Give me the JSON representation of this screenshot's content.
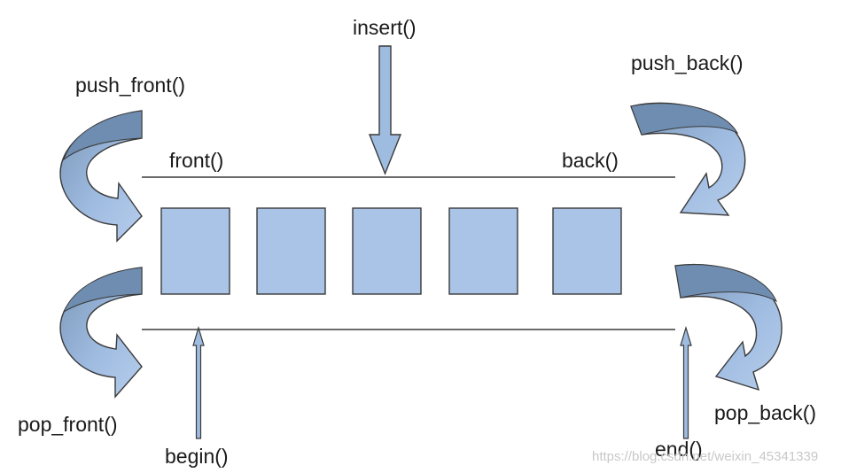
{
  "labels": {
    "insert": "insert()",
    "push_front": "push_front()",
    "push_back": "push_back()",
    "front": "front()",
    "back": "back()",
    "pop_front": "pop_front()",
    "pop_back": "pop_back()",
    "begin": "begin()",
    "end": "end()"
  },
  "watermark": "https://blog.csdn.net/weixin_45341339",
  "colors": {
    "box_fill": "#a9c4e6",
    "arrow_fill": "#9ebbe0",
    "arrow_dark": "#6f8db0",
    "stroke": "#3a3a3a",
    "text": "#1a1a1a"
  },
  "container": {
    "element_count": 5
  }
}
